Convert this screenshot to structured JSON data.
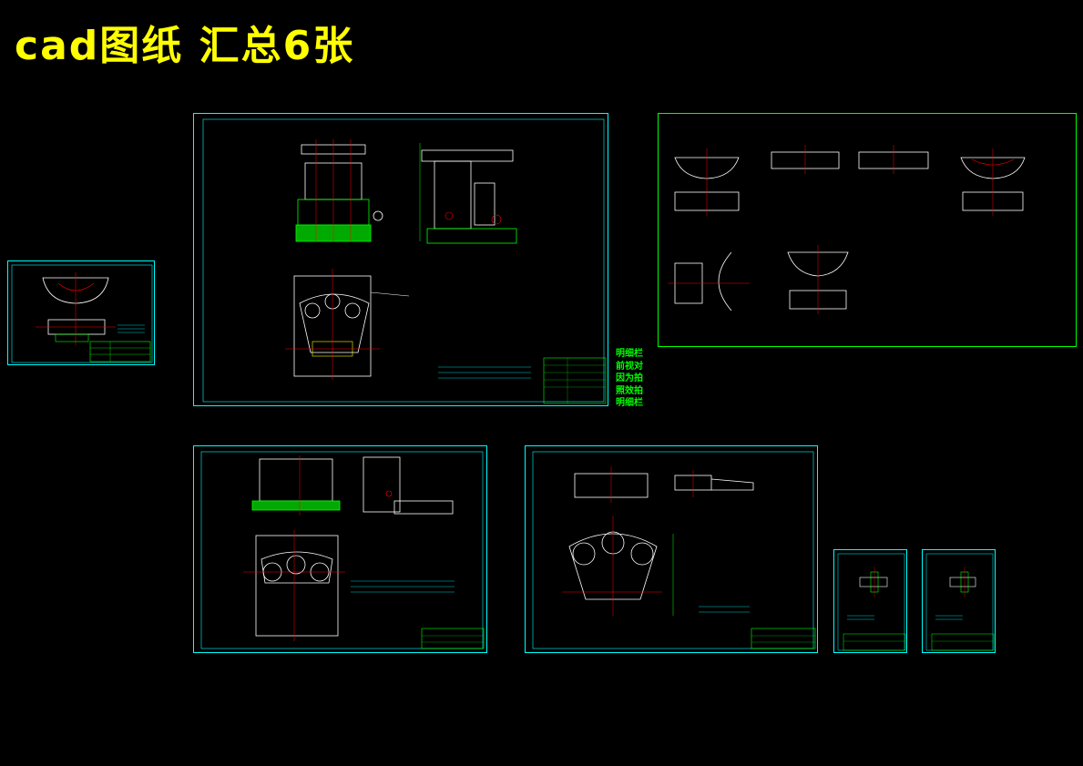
{
  "page": {
    "title": "cad图纸 汇总6张"
  },
  "side_note": {
    "lines": [
      "明细栏",
      "前视对",
      "因为拍",
      "照效拍",
      "明细栏"
    ]
  },
  "colors": {
    "background": "#000000",
    "title": "#ffff00",
    "frame": "#00ffff",
    "geometry": "#00ff00",
    "centerline": "#ff0000",
    "detail": "#ffffff",
    "annotation": "#00ffff"
  }
}
